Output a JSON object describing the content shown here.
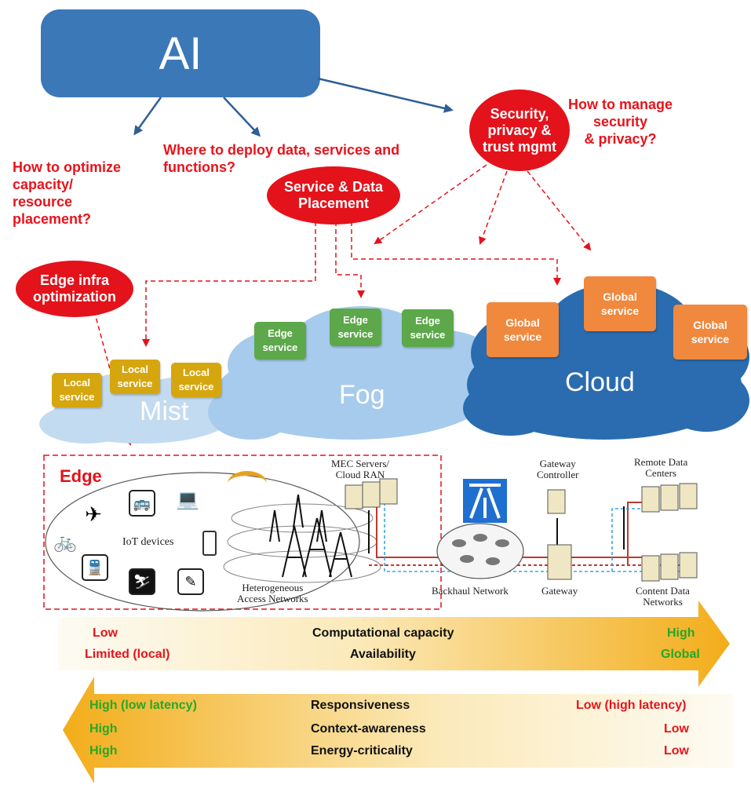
{
  "ai": {
    "label": "AI"
  },
  "questions": {
    "optimize": "How to optimize\ncapacity/\nresource\nplacement?",
    "deploy": "Where to deploy data, services and\nfunctions?",
    "manage": "How to manage\nsecurity\n& privacy?"
  },
  "ellipses": {
    "security": "Security,\nprivacy &\ntrust mgmt",
    "placement": "Service & Data\nPlacement",
    "edge_infra": "Edge infra\noptimization"
  },
  "services": {
    "local": [
      "Local service",
      "Local service",
      "Local service"
    ],
    "edge": [
      "Edge service",
      "Edge service",
      "Edge service"
    ],
    "global": [
      "Global service",
      "Global service",
      "Global service"
    ]
  },
  "clouds": {
    "mist": "Mist",
    "fog": "Fog",
    "cloud": "Cloud"
  },
  "network": {
    "edge_title": "Edge",
    "iot": "IoT devices",
    "mec": "MEC Servers/\nCloud RAN",
    "hetero": "Heterogeneous\nAccess Networks",
    "backhaul": "Backhaul Network",
    "gateway_controller": "Gateway\nController",
    "gateway": "Gateway",
    "remote_dc": "Remote Data\nCenters",
    "cdn": "Content Data\nNetworks"
  },
  "band_right": {
    "rows": [
      {
        "left": "Low",
        "center": "Computational capacity",
        "right": "High"
      },
      {
        "left": "Limited (local)",
        "center": "Availability",
        "right": "Global"
      }
    ]
  },
  "band_left": {
    "rows": [
      {
        "left": "High (low latency)",
        "center": "Responsiveness",
        "right": "Low (high latency)"
      },
      {
        "left": "High",
        "center": "Context-awareness",
        "right": "Low"
      },
      {
        "left": "High",
        "center": "Energy-criticality",
        "right": "Low"
      }
    ]
  },
  "colors": {
    "ai_blue": "#3b78b8",
    "red": "#e4121b",
    "local": "#d6a60f",
    "edge": "#5ca84a",
    "global": "#f0883e",
    "mist": "#bcd6ee",
    "fog": "#a5c8ea",
    "cloud": "#2a6db0"
  }
}
